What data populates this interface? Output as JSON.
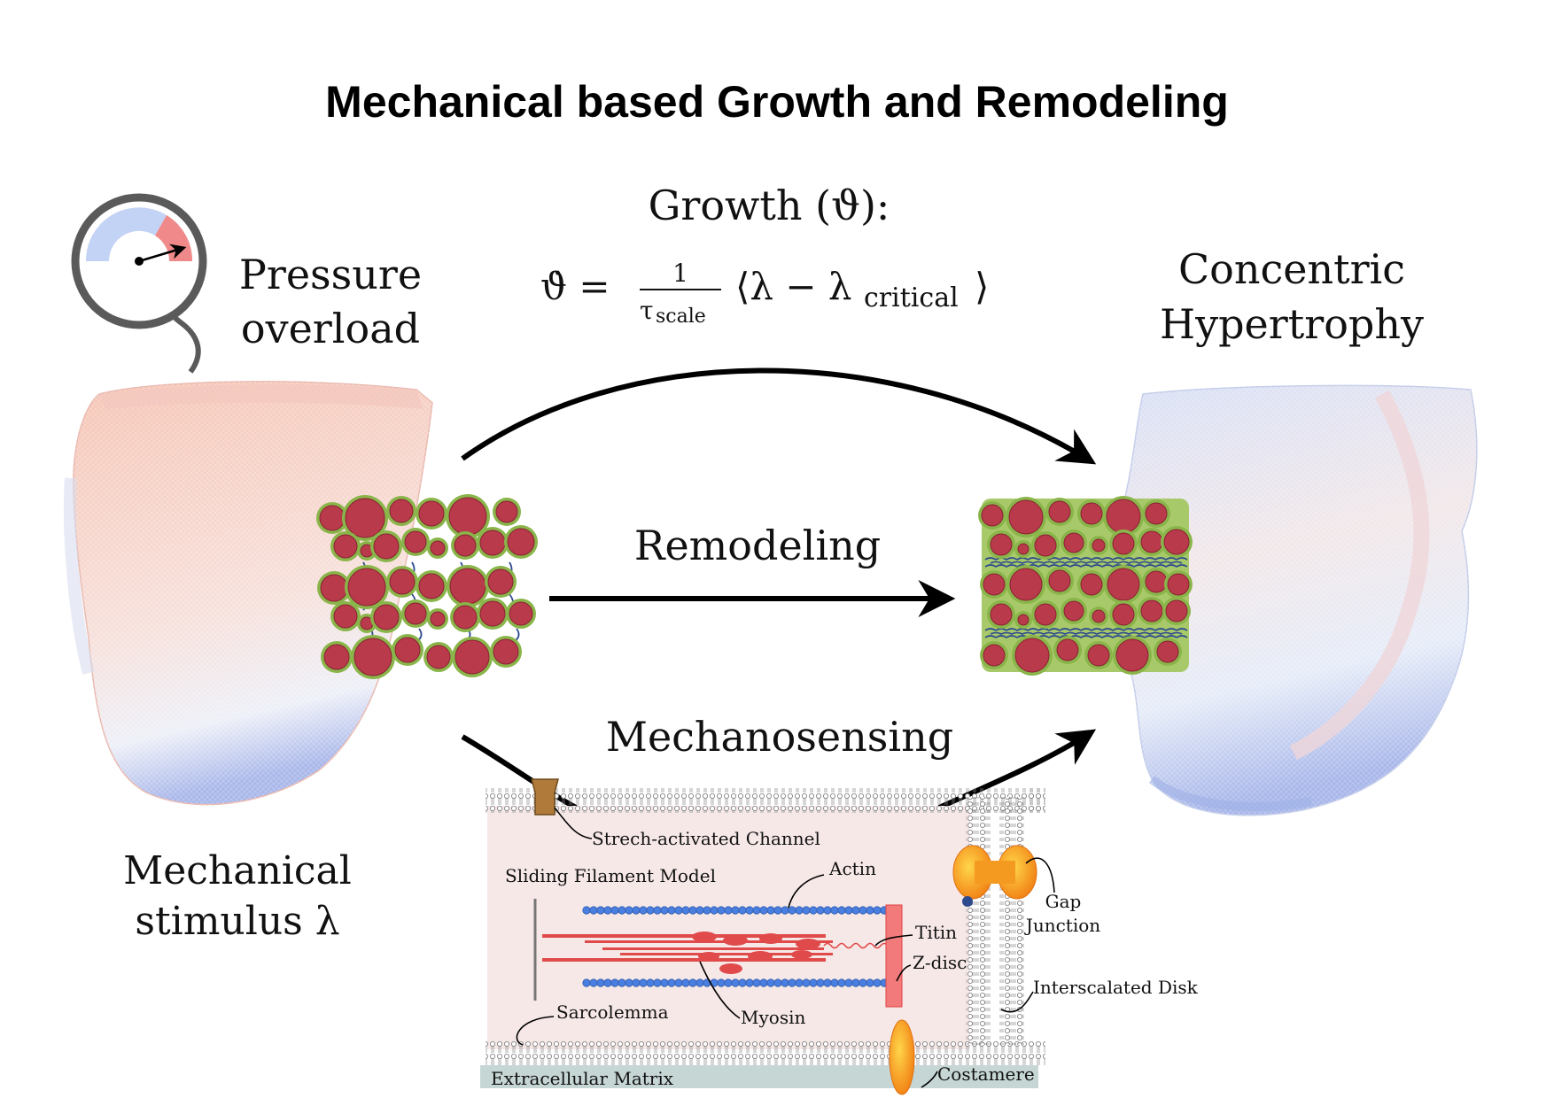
{
  "title": "Mechanical based Growth and Remodeling",
  "left_labels": {
    "pressure_line1": "Pressure",
    "pressure_line2": "overload",
    "stimulus_line1": "Mechanical",
    "stimulus_line2": "stimulus λ"
  },
  "right_labels": {
    "result_line1": "Concentric",
    "result_line2": "Hypertrophy"
  },
  "growth": {
    "heading": "Growth (ϑ):",
    "lhs": "ϑ̇ = ",
    "numerator": "1",
    "denominator": "τ",
    "denominator_sub": "scale",
    "rhs": "⟨λ − λ",
    "rhs_sub": "critical",
    "rhs_close": "⟩"
  },
  "remodeling_label": "Remodeling",
  "mechanosensing_label": "Mechanosensing",
  "cell_labels": {
    "channel": "Strech-activated Channel",
    "sliding": "Sliding Filament Model",
    "actin": "Actin",
    "titin": "Titin",
    "zdisc": "Z-disc",
    "myosin": "Myosin",
    "sarcolemma": "Sarcolemma",
    "ecm": "Extracellular Matrix",
    "costamere": "Costamere",
    "gap1": "Gap",
    "gap2": "Junction",
    "disk": "Interscalated Disk"
  },
  "colors": {
    "fiber": "#b83a4b",
    "fiber_ring": "#8ab54a",
    "collagen": "#2d4a8f",
    "gauge_blue": "#c3d3f5",
    "gauge_red": "#f08a8a",
    "cell_fill": "#f7e8e8",
    "ecm": "#c6d6d4",
    "filament": "#e04a4a",
    "actin": "#4a7fe0"
  }
}
